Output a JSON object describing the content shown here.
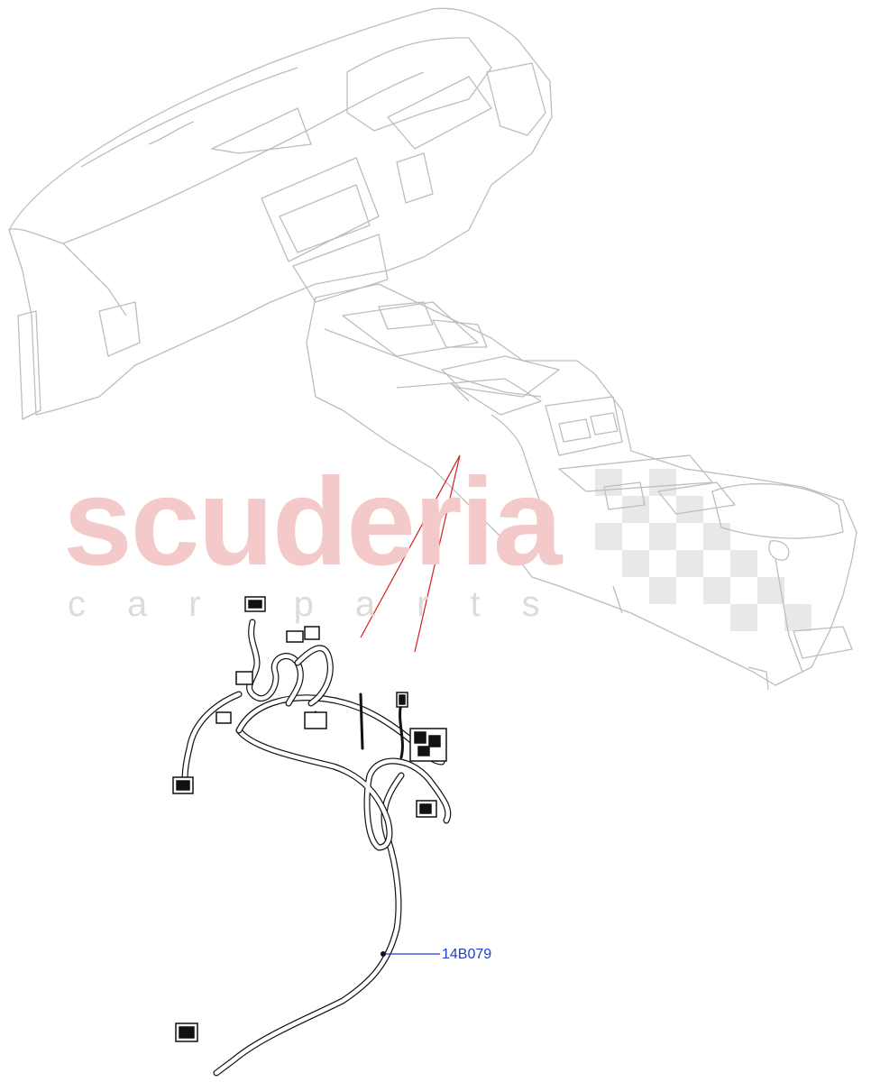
{
  "watermark": {
    "brand": "scuderia",
    "tagline": "car parts"
  },
  "callouts": [
    {
      "label": "14B079"
    }
  ],
  "colors": {
    "outline": "#bdbdbd",
    "harness": "#111111",
    "leader": "#d41e1e",
    "label": "#1d3fd1",
    "watermark_brand": "#f4c9c9",
    "watermark_tagline": "#dcdcdc",
    "checker": "#e3e3e3"
  }
}
